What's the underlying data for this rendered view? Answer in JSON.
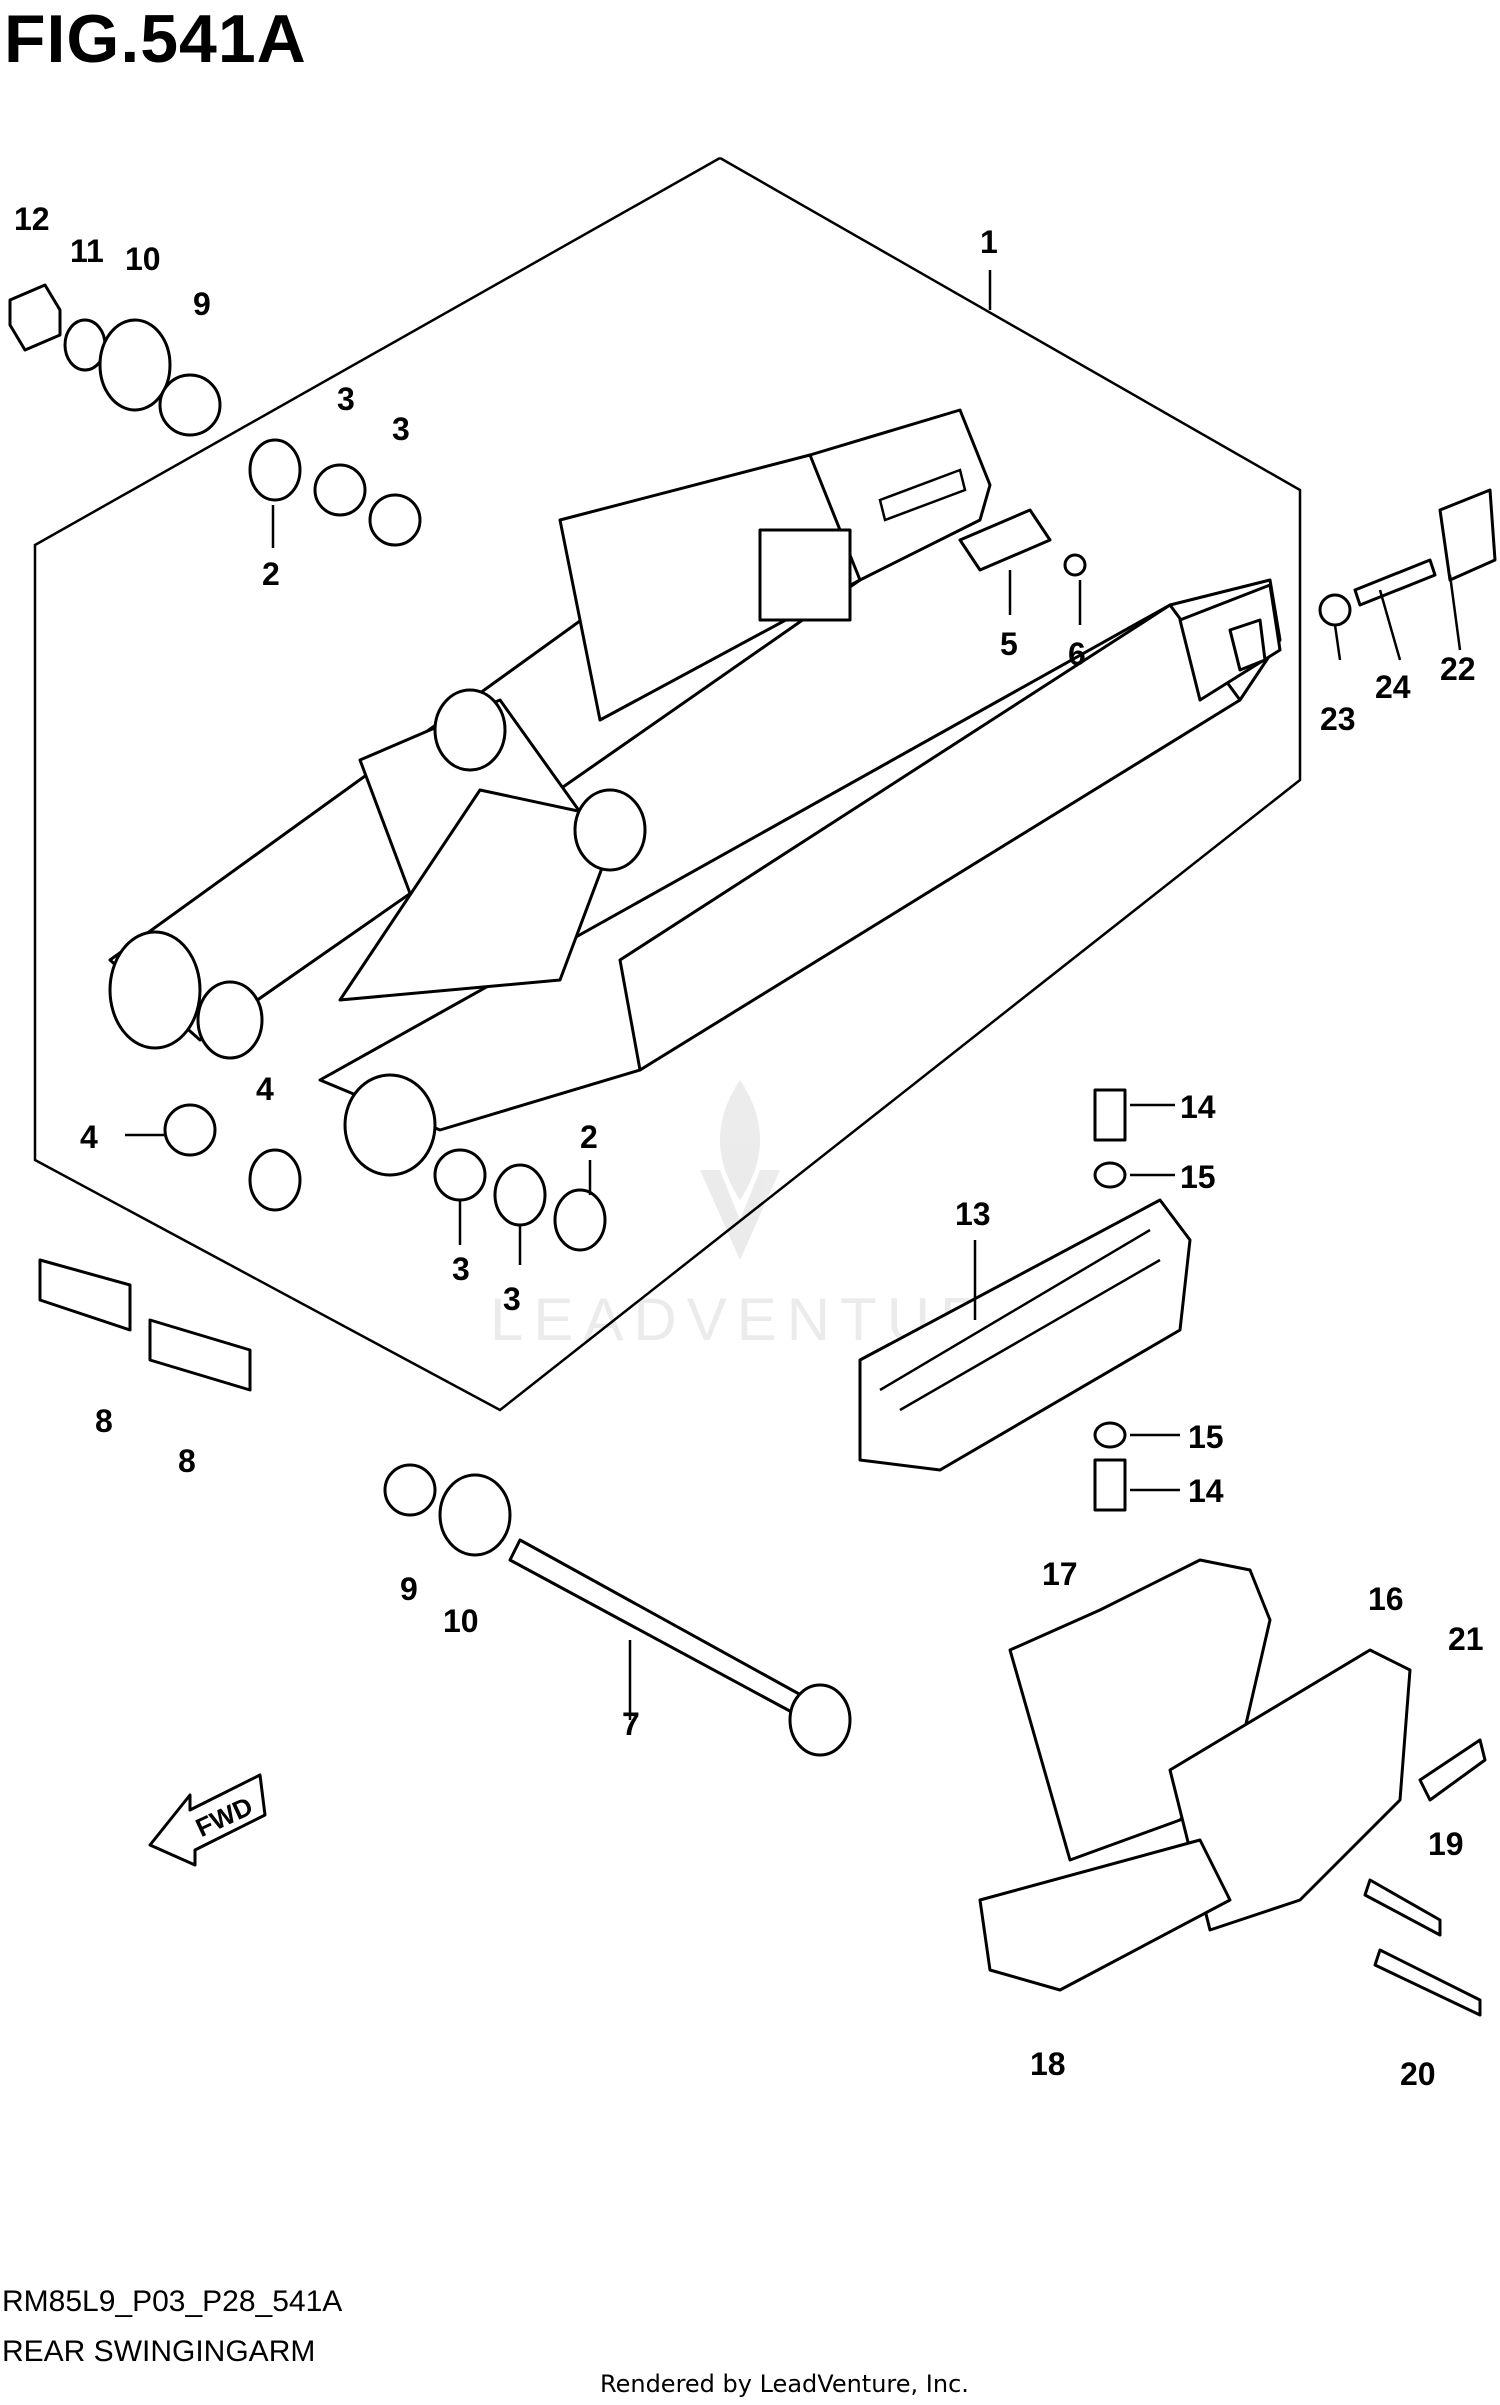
{
  "title": "FIG.541A",
  "code": "RM85L9_P03_P28_541A",
  "caption": "REAR SWINGINGARM",
  "rendered_by": "Rendered by LeadVenture, Inc.",
  "watermark": "LEADVENTURE",
  "fwd_label": "FWD",
  "callouts": [
    "12",
    "11",
    "10",
    "9",
    "3",
    "3",
    "2",
    "1",
    "5",
    "6",
    "22",
    "24",
    "23",
    "4",
    "4",
    "2",
    "3",
    "3",
    "8",
    "8",
    "9",
    "10",
    "7",
    "13",
    "14",
    "15",
    "15",
    "14",
    "17",
    "16",
    "21",
    "19",
    "20",
    "18"
  ]
}
